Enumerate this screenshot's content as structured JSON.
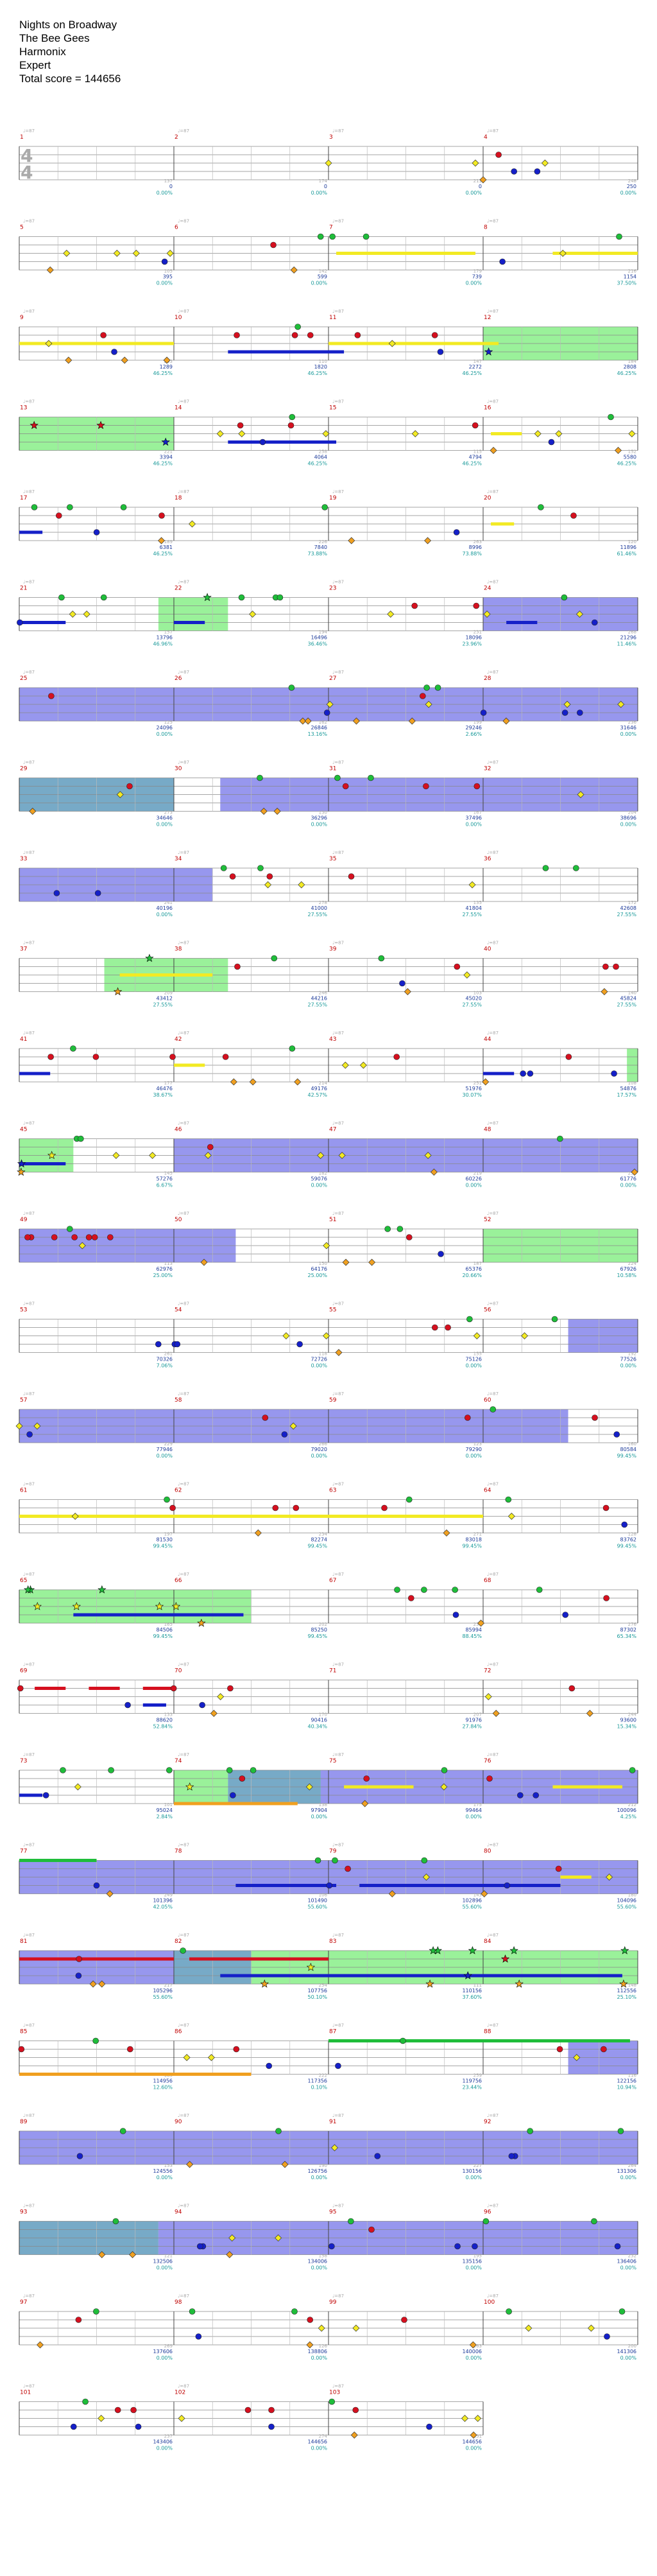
{
  "header": {
    "song_title": "Nights on Broadway",
    "artist": "The Bee Gees",
    "source": "Harmonix",
    "difficulty": "Expert",
    "total_score_label": "Total score = 144656"
  },
  "chart_data": {
    "type": "note-chart",
    "time_signature": "4/4",
    "total_score": 144656,
    "lane_colors": {
      "green": "#1fbd3a",
      "red": "#d5101f",
      "yellow": "#f2ea23",
      "blue": "#1520c8",
      "orange": "#f0a020"
    },
    "section_colors": {
      "overdrive": "#8ff08f",
      "solo": "#8c8cec",
      "overlap": "#5f9bbd"
    },
    "measures": [
      {
        "n": 1,
        "score": 0,
        "pct": "0.00%"
      },
      {
        "n": 2,
        "score": 0,
        "pct": "0.00%"
      },
      {
        "n": 3,
        "score": 0,
        "pct": "0.00%"
      },
      {
        "n": 4,
        "score": 250,
        "pct": "0.00%"
      },
      {
        "n": 5,
        "score": 395,
        "pct": "0.00%"
      },
      {
        "n": 6,
        "score": 599,
        "pct": "0.00%"
      },
      {
        "n": 7,
        "score": 739,
        "pct": "0.00%"
      },
      {
        "n": 8,
        "score": 1154,
        "pct": "37.50%"
      },
      {
        "n": 9,
        "score": 1289,
        "pct": "46.25%"
      },
      {
        "n": 10,
        "score": 1820,
        "pct": "46.25%"
      },
      {
        "n": 11,
        "score": 2272,
        "pct": "46.25%"
      },
      {
        "n": 12,
        "score": 2808,
        "pct": "46.25%"
      },
      {
        "n": 13,
        "score": 3394,
        "pct": "46.25%"
      },
      {
        "n": 14,
        "score": 4064,
        "pct": "46.25%"
      },
      {
        "n": 15,
        "score": 4794,
        "pct": "46.25%"
      },
      {
        "n": 16,
        "score": 5580,
        "pct": "46.25%"
      },
      {
        "n": 17,
        "score": 6381,
        "pct": "46.25%"
      },
      {
        "n": 18,
        "score": 7840,
        "pct": "73.88%"
      },
      {
        "n": 19,
        "score": 8996,
        "pct": "73.88%"
      },
      {
        "n": 20,
        "score": 11896,
        "pct": "61.46%"
      },
      {
        "n": 21,
        "score": 13796,
        "pct": "46.96%"
      },
      {
        "n": 22,
        "score": 16496,
        "pct": "36.46%"
      },
      {
        "n": 23,
        "score": 18096,
        "pct": "23.96%"
      },
      {
        "n": 24,
        "score": 21296,
        "pct": "11.46%"
      },
      {
        "n": 25,
        "score": 24096,
        "pct": "0.00%"
      },
      {
        "n": 26,
        "score": 26846,
        "pct": "13.16%"
      },
      {
        "n": 27,
        "score": 29246,
        "pct": "2.66%"
      },
      {
        "n": 28,
        "score": 31646,
        "pct": "0.00%"
      },
      {
        "n": 29,
        "score": 34646,
        "pct": "0.00%"
      },
      {
        "n": 30,
        "score": 36296,
        "pct": "0.00%"
      },
      {
        "n": 31,
        "score": 37496,
        "pct": "0.00%"
      },
      {
        "n": 32,
        "score": 38696,
        "pct": "0.00%"
      },
      {
        "n": 33,
        "score": 40196,
        "pct": "0.00%"
      },
      {
        "n": 34,
        "score": 41000,
        "pct": "27.55%"
      },
      {
        "n": 35,
        "score": 41804,
        "pct": "27.55%"
      },
      {
        "n": 36,
        "score": 42608,
        "pct": "27.55%"
      },
      {
        "n": 37,
        "score": 43412,
        "pct": "27.55%"
      },
      {
        "n": 38,
        "score": 44216,
        "pct": "27.55%"
      },
      {
        "n": 39,
        "score": 45020,
        "pct": "27.55%"
      },
      {
        "n": 40,
        "score": 45824,
        "pct": "27.55%"
      },
      {
        "n": 41,
        "score": 46476,
        "pct": "38.67%"
      },
      {
        "n": 42,
        "score": 49176,
        "pct": "42.57%"
      },
      {
        "n": 43,
        "score": 51976,
        "pct": "30.07%"
      },
      {
        "n": 44,
        "score": 54876,
        "pct": "17.57%"
      },
      {
        "n": 45,
        "score": 57276,
        "pct": "6.67%"
      },
      {
        "n": 46,
        "score": 59076,
        "pct": "0.00%"
      },
      {
        "n": 47,
        "score": 60226,
        "pct": "0.00%"
      },
      {
        "n": 48,
        "score": 61776,
        "pct": "0.00%"
      },
      {
        "n": 49,
        "score": 62976,
        "pct": "25.00%"
      },
      {
        "n": 50,
        "score": 64176,
        "pct": "25.00%"
      },
      {
        "n": 51,
        "score": 65376,
        "pct": "20.66%"
      },
      {
        "n": 52,
        "score": 67926,
        "pct": "10.58%"
      },
      {
        "n": 53,
        "score": 70326,
        "pct": "7.06%"
      },
      {
        "n": 54,
        "score": 72726,
        "pct": "0.00%"
      },
      {
        "n": 55,
        "score": 75126,
        "pct": "0.00%"
      },
      {
        "n": 56,
        "score": 77526,
        "pct": "0.00%"
      },
      {
        "n": 57,
        "score": 77946,
        "pct": "0.00%"
      },
      {
        "n": 58,
        "score": 79020,
        "pct": "0.00%"
      },
      {
        "n": 59,
        "score": 79290,
        "pct": "0.00%"
      },
      {
        "n": 60,
        "score": 80584,
        "pct": "99.45%"
      },
      {
        "n": 61,
        "score": 81530,
        "pct": "99.45%"
      },
      {
        "n": 62,
        "score": 82274,
        "pct": "99.45%"
      },
      {
        "n": 63,
        "score": 83018,
        "pct": "99.45%"
      },
      {
        "n": 64,
        "score": 83762,
        "pct": "99.45%"
      },
      {
        "n": 65,
        "score": 84506,
        "pct": "99.45%"
      },
      {
        "n": 66,
        "score": 85250,
        "pct": "99.45%"
      },
      {
        "n": 67,
        "score": 85994,
        "pct": "88.45%"
      },
      {
        "n": 68,
        "score": 87302,
        "pct": "65.34%"
      },
      {
        "n": 69,
        "score": 88620,
        "pct": "52.84%"
      },
      {
        "n": 70,
        "score": 90416,
        "pct": "40.34%"
      },
      {
        "n": 71,
        "score": 91976,
        "pct": "27.84%"
      },
      {
        "n": 72,
        "score": 93600,
        "pct": "15.34%"
      },
      {
        "n": 73,
        "score": 95024,
        "pct": "2.84%"
      },
      {
        "n": 74,
        "score": 97904,
        "pct": "0.00%"
      },
      {
        "n": 75,
        "score": 99464,
        "pct": "0.00%"
      },
      {
        "n": 76,
        "score": 100096,
        "pct": "4.25%"
      },
      {
        "n": 77,
        "score": 101396,
        "pct": "42.05%"
      },
      {
        "n": 78,
        "score": 101490,
        "pct": "55.60%"
      },
      {
        "n": 79,
        "score": 102896,
        "pct": "55.60%"
      },
      {
        "n": 80,
        "score": 104096,
        "pct": "55.60%"
      },
      {
        "n": 81,
        "score": 105296,
        "pct": "55.60%"
      },
      {
        "n": 82,
        "score": 107756,
        "pct": "50.10%"
      },
      {
        "n": 83,
        "score": 110156,
        "pct": "37.60%"
      },
      {
        "n": 84,
        "score": 112556,
        "pct": "25.10%"
      },
      {
        "n": 85,
        "score": 114956,
        "pct": "12.60%"
      },
      {
        "n": 86,
        "score": 117356,
        "pct": "0.10%"
      },
      {
        "n": 87,
        "score": 119756,
        "pct": "23.44%"
      },
      {
        "n": 88,
        "score": 122156,
        "pct": "10.94%"
      },
      {
        "n": 89,
        "score": 124556,
        "pct": "0.00%"
      },
      {
        "n": 90,
        "score": 126756,
        "pct": "0.00%"
      },
      {
        "n": 91,
        "score": 130156,
        "pct": "0.00%"
      },
      {
        "n": 92,
        "score": 131306,
        "pct": "0.00%"
      },
      {
        "n": 93,
        "score": 132506,
        "pct": "0.00%"
      },
      {
        "n": 94,
        "score": 134006,
        "pct": "0.00%"
      },
      {
        "n": 95,
        "score": 135156,
        "pct": "0.00%"
      },
      {
        "n": 96,
        "score": 136406,
        "pct": "0.00%"
      },
      {
        "n": 97,
        "score": 137606,
        "pct": "0.00%"
      },
      {
        "n": 98,
        "score": 138806,
        "pct": "0.00%"
      },
      {
        "n": 99,
        "score": 140006,
        "pct": "0.00%"
      },
      {
        "n": 100,
        "score": 141306,
        "pct": "0.00%"
      },
      {
        "n": 101,
        "score": 143406,
        "pct": "0.00%"
      },
      {
        "n": 102,
        "score": 144656,
        "pct": "0.00%"
      },
      {
        "n": 103,
        "score": 144656,
        "pct": "0.00%"
      }
    ]
  }
}
